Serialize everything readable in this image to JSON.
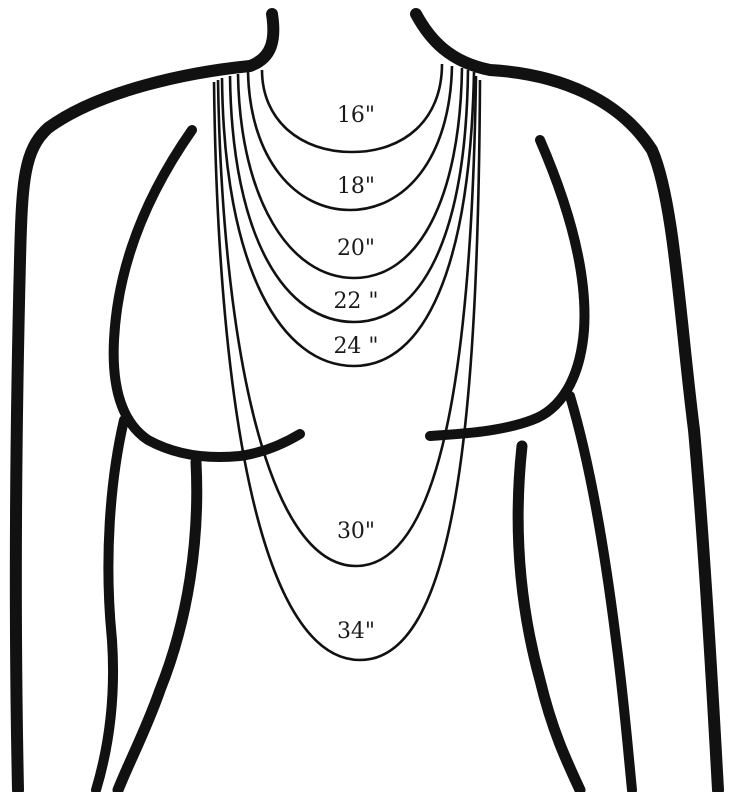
{
  "chain_lengths": [
    {
      "label": "16\""
    },
    {
      "label": "18\""
    },
    {
      "label": "20\""
    },
    {
      "label": "22 \""
    },
    {
      "label": "24 \""
    },
    {
      "label": "30\""
    },
    {
      "label": "34\""
    }
  ],
  "colors": {
    "outline": "#111111",
    "background": "#ffffff"
  }
}
